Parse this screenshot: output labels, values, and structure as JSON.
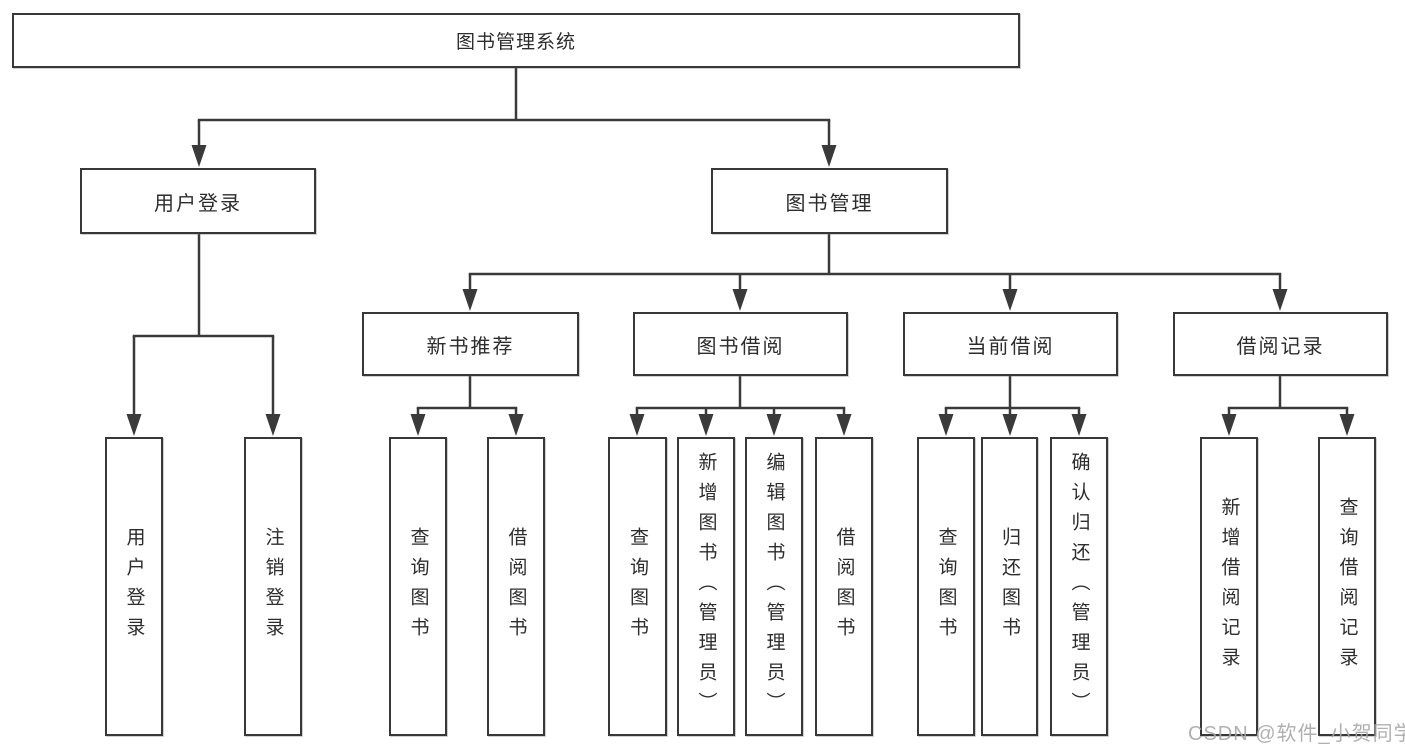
{
  "colors": {
    "line": "#3a3a3a",
    "box_border": "#383838",
    "box_fill": "#ffffff",
    "text": "#2d2d2d",
    "watermark": "#a5a5a5"
  },
  "watermark": "CSDN @软件_小贺同学",
  "tree": {
    "root": "图书管理系统",
    "branches": [
      {
        "label": "用户登录",
        "leaves": [
          "用户登录",
          "注销登录"
        ]
      },
      {
        "label": "图书管理",
        "children": [
          {
            "label": "新书推荐",
            "leaves": [
              "查询图书",
              "借阅图书"
            ]
          },
          {
            "label": "图书借阅",
            "leaves": [
              "查询图书",
              "新增图书（管理员）",
              "编辑图书（管理员）",
              "借阅图书"
            ]
          },
          {
            "label": "当前借阅",
            "leaves": [
              "查询图书",
              "归还图书",
              "确认归还（管理员）"
            ]
          },
          {
            "label": "借阅记录",
            "leaves": [
              "新增借阅记录",
              "查询借阅记录"
            ]
          }
        ]
      }
    ]
  }
}
